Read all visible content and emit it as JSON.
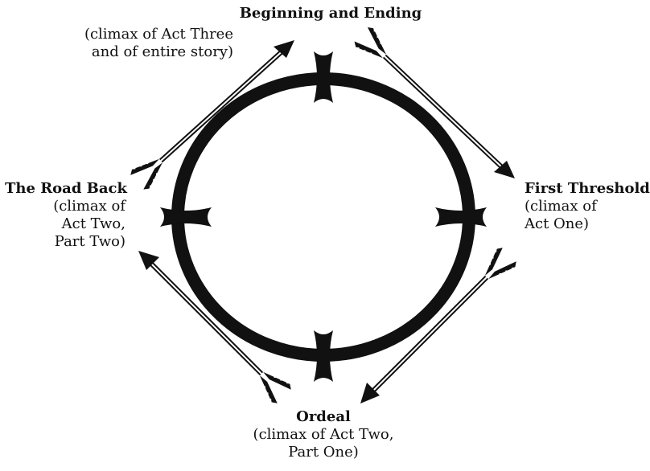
{
  "colors": {
    "ink": "#111111",
    "background": "#ffffff"
  },
  "stages": {
    "top": {
      "name": "Beginning and Ending",
      "note": [
        "(climax of Act Three",
        "and of entire story)"
      ]
    },
    "right": {
      "name": "First Threshold",
      "note": [
        "(climax of",
        "Act One)"
      ]
    },
    "bottom": {
      "name": "Ordeal",
      "note": [
        "(climax of Act Two,",
        "Part One)"
      ]
    },
    "left": {
      "name": "The Road Back",
      "note": [
        "(climax of",
        "Act Two,",
        "Part Two)"
      ]
    }
  },
  "icons": [
    "circle-ring",
    "cross-marker",
    "arrow"
  ]
}
